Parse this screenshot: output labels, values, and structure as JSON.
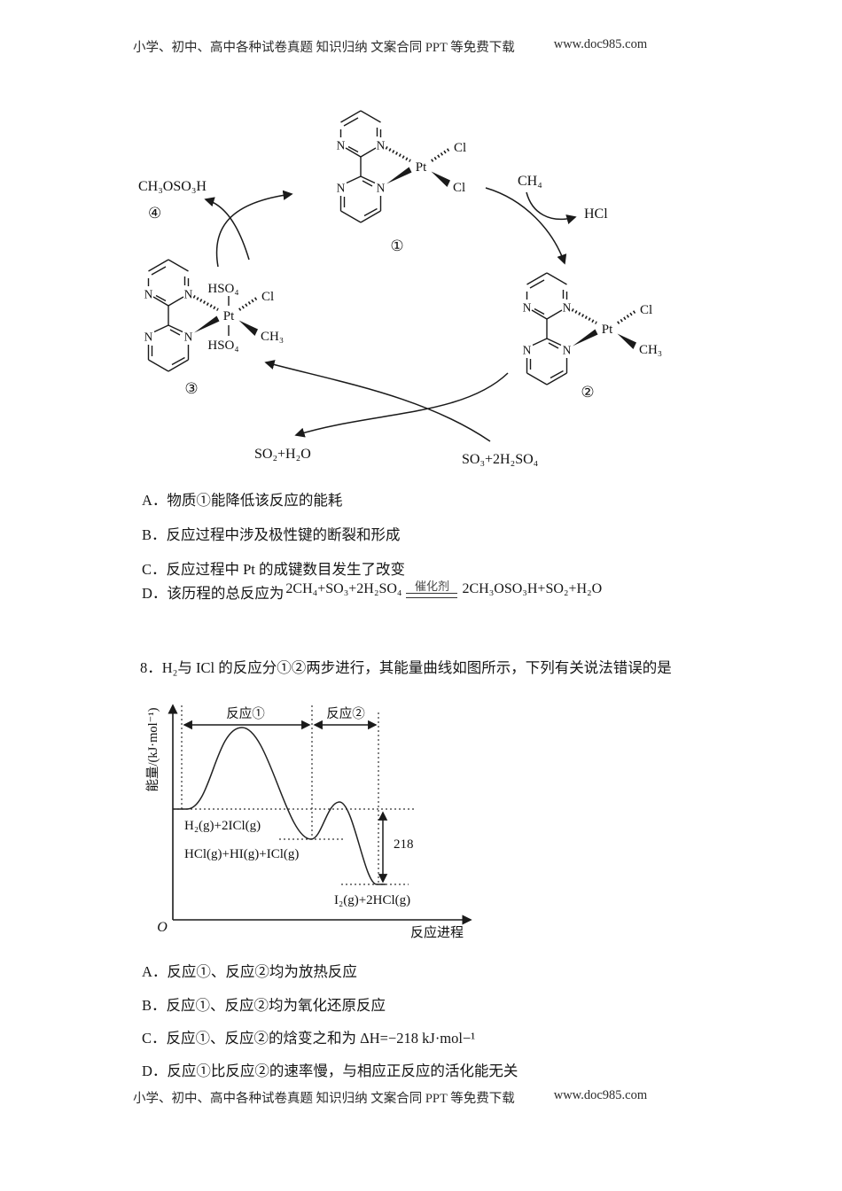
{
  "page": {
    "header_text": "小学、初中、高中各种试卷真题  知识归纳  文案合同  PPT 等免费下载",
    "header_url": "www.doc985.com",
    "footer_text": "小学、初中、高中各种试卷真题  知识归纳  文案合同  PPT 等免费下载",
    "footer_url": "www.doc985.com"
  },
  "cycle": {
    "atoms": {
      "N": "N",
      "Pt": "Pt",
      "Cl": "Cl",
      "CH3": "CH₃",
      "HSO4": "HSO₄"
    },
    "step_labels": {
      "c1": "①",
      "c2": "②",
      "c3": "③",
      "s4": "④"
    },
    "species": {
      "methyl_bisulfate": "CH₃OSO₃H",
      "methane": "CH₄",
      "hydrogen_chloride": "HCl",
      "so2_water": "SO₂+H₂O",
      "so3_acid": "SO₃+2H₂SO₄"
    }
  },
  "q7": {
    "options": [
      "A．物质①能降低该反应的能耗",
      "B．反应过程中涉及极性键的断裂和形成",
      "C．反应过程中 Pt 的成键数目发生了改变"
    ],
    "option_d_prefix": "D．该历程的总反应为",
    "equation": {
      "left": "2CH₄+SO₃+2H₂SO₄",
      "catalyst": "催化剂",
      "right": "2CH₃OSO₃H+SO₂+H₂O"
    }
  },
  "q8": {
    "number": "8．",
    "stem": "H₂与 ICl 的反应分①②两步进行，其能量曲线如图所示，下列有关说法错误的是",
    "options": [
      "A．反应①、反应②均为放热反应",
      "B．反应①、反应②均为氧化还原反应",
      "C．反应①、反应②的焓变之和为 ΔH=−218 kJ·mol−¹",
      "D．反应①比反应②的速率慢，与相应正反应的活化能无关"
    ],
    "chart": {
      "ylabel": "能量/(kJ·mol⁻¹)",
      "xlabel": "反应进程",
      "origin": "O",
      "rxn1": "反应①",
      "rxn2": "反应②",
      "initial": "H₂(g)+2ICl(g)",
      "intermediate": "HCl(g)+HI(g)+ICl(g)",
      "final": "I₂(g)+2HCl(g)",
      "delta": "218"
    }
  },
  "chart_data": {
    "type": "line",
    "title": "H₂ 与 ICl 分两步反应的能量曲线",
    "xlabel": "反应进程",
    "ylabel": "能量/(kJ·mol⁻¹)",
    "annotations": [
      "反应①",
      "反应②",
      "218"
    ],
    "states": [
      {
        "label": "H₂(g)+2ICl(g)",
        "relative_energy": 0
      },
      {
        "label": "反应①过渡态(大峰)",
        "relative_energy": 240
      },
      {
        "label": "HCl(g)+HI(g)+ICl(g)",
        "relative_energy": -80
      },
      {
        "label": "反应②过渡态(小峰)",
        "relative_energy": 20
      },
      {
        "label": "I₂(g)+2HCl(g)",
        "relative_energy": -218
      }
    ],
    "labeled_energy_gap": 218,
    "overall_dH_kJ_per_mol": -218,
    "grid": false,
    "legend": false
  }
}
